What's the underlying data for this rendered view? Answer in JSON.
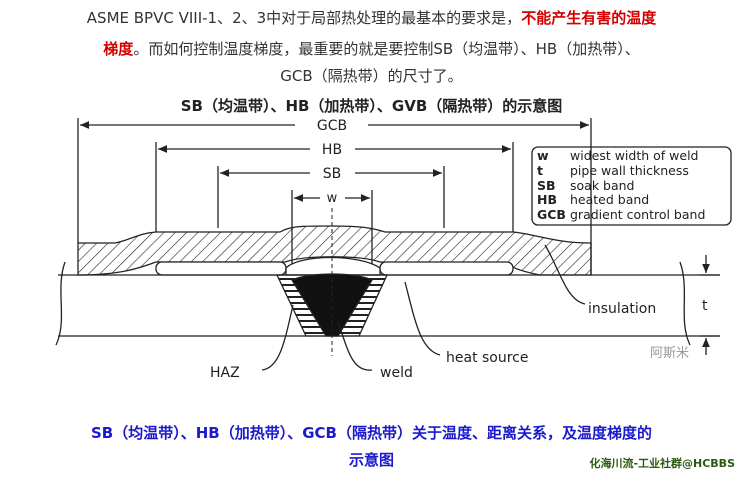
{
  "intro": {
    "line1_plain": "ASME BPVC VIII-1、2、3中对于局部热处理的最基本的要求是，",
    "line1_red": "不能产生有害的温度",
    "line2_red": "梯度",
    "line2_plain": "。而如何控制温度梯度，最重要的就是要控制SB（均温带）、HB（加热带）、",
    "line3": "GCB（隔热带）的尺寸了。"
  },
  "figure_title": "SB（均温带）、HB（加热带）、GVB（隔热带）的示意图",
  "diagram": {
    "dims": {
      "gcb": "GCB",
      "hb": "HB",
      "sb": "SB",
      "w": "w"
    },
    "legend": [
      {
        "key": "w",
        "desc": "widest width of weld"
      },
      {
        "key": "t",
        "desc": "pipe wall thickness"
      },
      {
        "key": "SB",
        "desc": "soak band"
      },
      {
        "key": "HB",
        "desc": "heated band"
      },
      {
        "key": "GCB",
        "desc": "gradient control band"
      }
    ],
    "labels": {
      "insulation": "insulation",
      "t": "t",
      "heat_source": "heat source",
      "haz": "HAZ",
      "weld": "weld"
    },
    "watermark": "阿斯米"
  },
  "caption": {
    "line1": "SB（均温带）、HB（加热带）、GCB（隔热带）关于温度、距离关系，及温度梯度的",
    "line2": "示意图"
  },
  "source_watermark": "化海川流-工业社群@HCBBS"
}
